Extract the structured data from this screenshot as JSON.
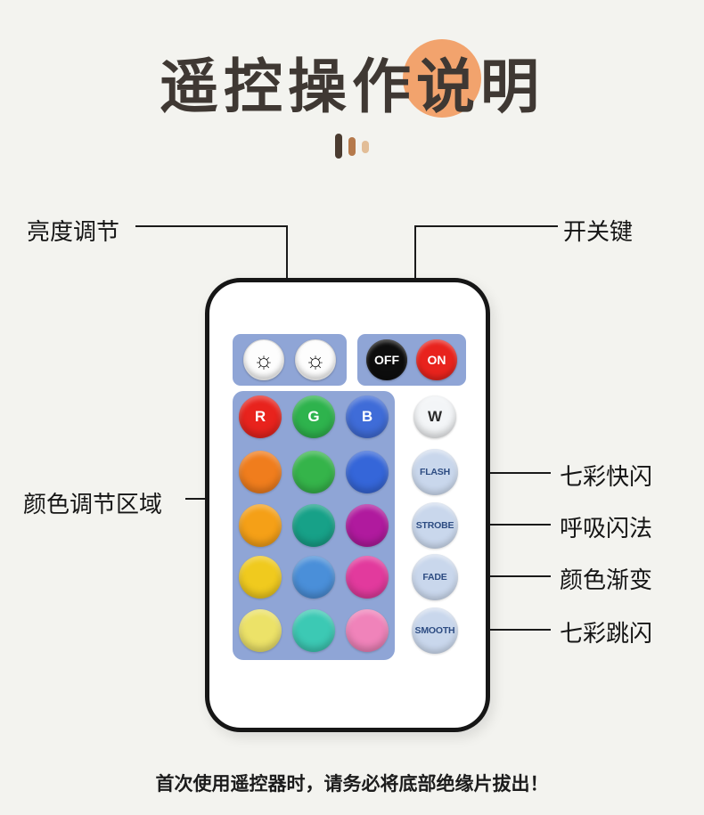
{
  "title": "遥控操作说明",
  "decoration": {
    "accent_color": "#f2a36d"
  },
  "callouts": {
    "brightness": "亮度调节",
    "power": "开关键",
    "color_area": "颜色调节区域",
    "flash": "七彩快闪",
    "strobe": "呼吸闪法",
    "fade": "颜色渐变",
    "smooth": "七彩跳闪"
  },
  "remote": {
    "panel_bg": "#8fa5d6",
    "brightness_buttons": [
      {
        "icon": "brightness-up-icon",
        "glyph": "☼"
      },
      {
        "icon": "brightness-down-icon",
        "glyph": "☼"
      }
    ],
    "power_buttons": [
      {
        "label": "OFF",
        "bg": "#0d0d0d",
        "fg": "#ffffff"
      },
      {
        "label": "ON",
        "bg": "#e8231d",
        "fg": "#ffffff"
      }
    ],
    "letter_buttons": [
      {
        "label": "R",
        "bg": "#e8231d",
        "fg": "#ffffff"
      },
      {
        "label": "G",
        "bg": "#2eb34d",
        "fg": "#ffffff"
      },
      {
        "label": "B",
        "bg": "#3f6cd8",
        "fg": "#ffffff"
      },
      {
        "label": "W",
        "bg": "#f3f5f7",
        "fg": "#2b2b2b"
      }
    ],
    "color_grid": [
      [
        "#f07d1d",
        "#35b44a",
        "#3566d9"
      ],
      [
        "#f5a017",
        "#17a188",
        "#b01a9e"
      ],
      [
        "#f0ca1e",
        "#4a8fd9",
        "#e23a9d"
      ],
      [
        "#ece268",
        "#3cc9b4",
        "#f083ba"
      ]
    ],
    "mode_buttons": [
      {
        "label": "FLASH"
      },
      {
        "label": "STROBE"
      },
      {
        "label": "FADE"
      },
      {
        "label": "SMOOTH"
      }
    ],
    "mode_button_bg": "#c9d7ec",
    "mode_button_fg": "#2d4c82"
  },
  "footer_note": "首次使用遥控器时，请务必将底部绝缘片拔出！"
}
